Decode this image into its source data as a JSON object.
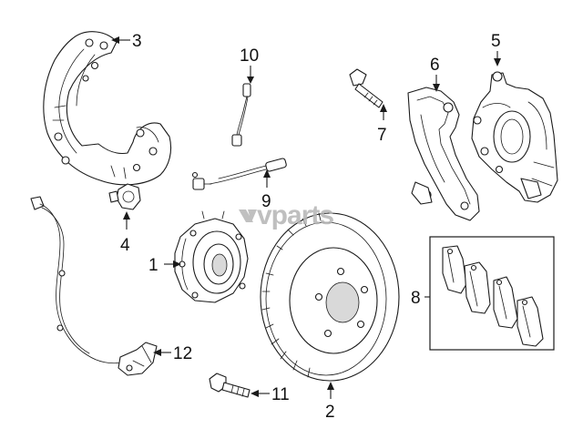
{
  "watermark": {
    "brand": "vparts",
    "color": "#b5b5b5"
  },
  "callouts": {
    "c1": "1",
    "c2": "2",
    "c3": "3",
    "c4": "4",
    "c5": "5",
    "c6": "6",
    "c7": "7",
    "c8": "8",
    "c9": "9",
    "c10": "10",
    "c11": "11",
    "c12": "12"
  },
  "colors": {
    "line": "#1a1a1a",
    "background": "#ffffff",
    "shade": "#d9d9d9"
  }
}
